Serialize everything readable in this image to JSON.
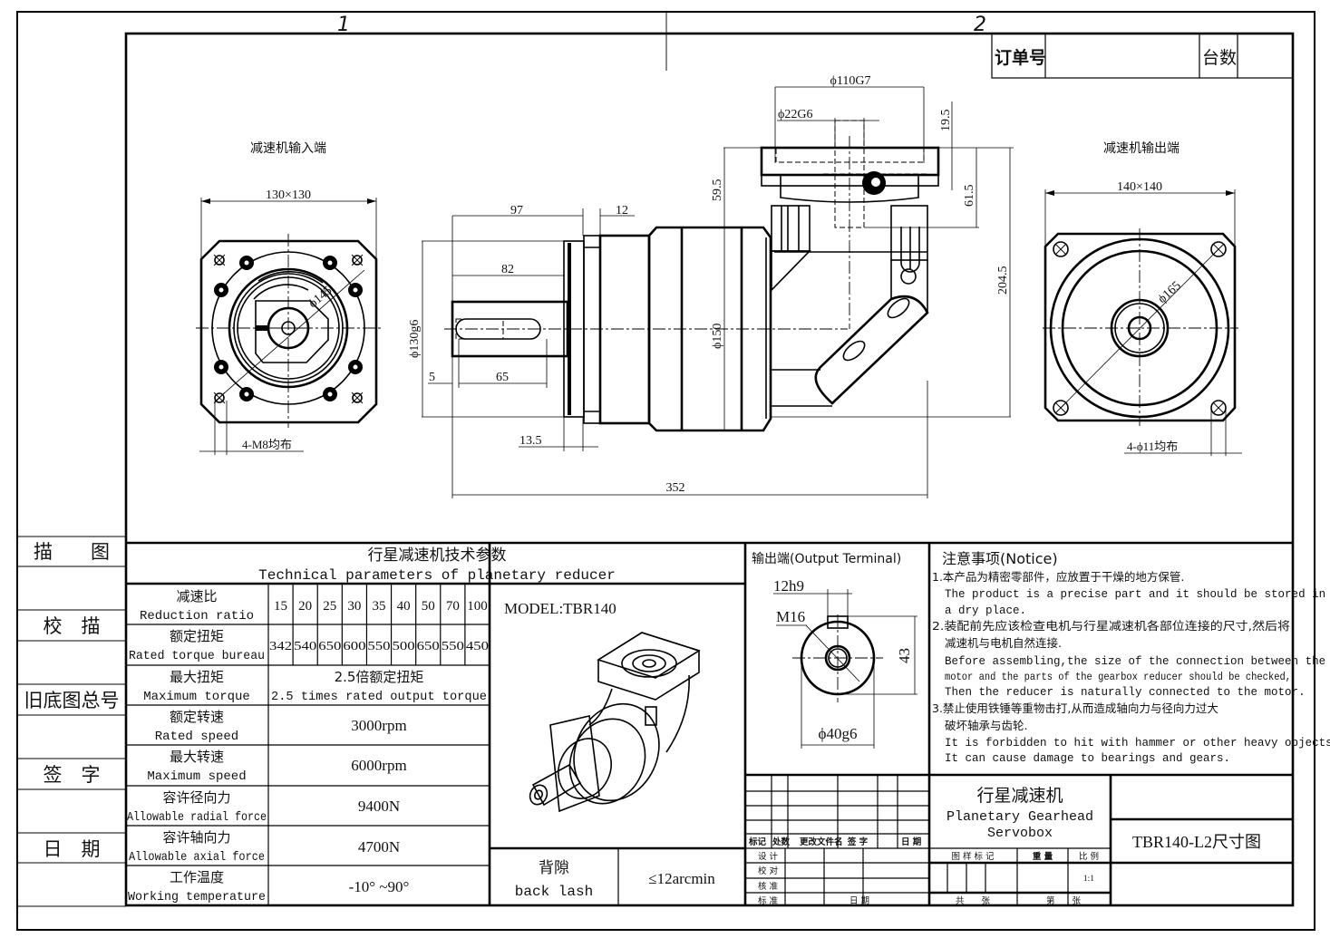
{
  "frame": {
    "zone_labels": [
      "1",
      "2"
    ],
    "order_box": {
      "order_no_label": "订单号",
      "order_no_value": "",
      "qty_label": "台数",
      "qty_value": ""
    }
  },
  "side_stamp": {
    "rows": [
      "描　　图",
      "",
      "校　描",
      "",
      "旧底图总号",
      "",
      "签　字",
      "",
      "日　期",
      ""
    ]
  },
  "views": {
    "input_end": {
      "title": "减速机输入端",
      "flange_size": "130×130",
      "pcd": "ϕ145",
      "holes": "4-M8均布"
    },
    "side": {
      "dims": {
        "d97": "97",
        "d12": "12",
        "d82": "82",
        "d130g6": "ϕ130g6",
        "d5": "5",
        "d65": "65",
        "d13_5": "13.5",
        "d352": "352",
        "d150": "ϕ150",
        "d110g7": "ϕ110G7",
        "d22g6": "ϕ22G6",
        "d19_5": "19.5",
        "d59_5": "59.5",
        "d61_5": "61.5",
        "d204_5": "204.5"
      }
    },
    "output_end": {
      "title": "减速机输出端",
      "flange_size": "140×140",
      "pcd": "ϕ165",
      "holes": "4-ϕ11均布"
    }
  },
  "tech_params": {
    "title_cn": "行星减速机技术参数",
    "title_en": "Technical parameters of planetary reducer",
    "rows": [
      {
        "label_cn": "减速比",
        "label_en": "Reduction ratio",
        "values": [
          "15",
          "20",
          "25",
          "30",
          "35",
          "40",
          "50",
          "70",
          "100"
        ]
      },
      {
        "label_cn": "额定扭矩",
        "label_en": "Rated torque bureau",
        "values": [
          "342",
          "540",
          "650",
          "600",
          "550",
          "500",
          "650",
          "550",
          "450"
        ]
      },
      {
        "label_cn": "最大扭矩",
        "label_en": "Maximum torque",
        "value_cn": "2.5倍额定扭矩",
        "value_en": "2.5 times rated output torque"
      },
      {
        "label_cn": "额定转速",
        "label_en": "Rated speed",
        "value": "3000rpm"
      },
      {
        "label_cn": "最大转速",
        "label_en": "Maximum speed",
        "value": "6000rpm"
      },
      {
        "label_cn": "容许径向力",
        "label_en": "Allowable radial force",
        "value": "9400N"
      },
      {
        "label_cn": "容许轴向力",
        "label_en": "Allowable axial force",
        "value": "4700N"
      },
      {
        "label_cn": "工作温度",
        "label_en": "Working temperature",
        "value": "-10° ~90°"
      }
    ]
  },
  "model": {
    "label": "MODEL:TBR140",
    "backlash_cn": "背隙",
    "backlash_en": "back lash",
    "backlash_value": "≤12arcmin"
  },
  "output_terminal": {
    "title": "输出端(Output Terminal)",
    "key_width": "12h9",
    "thread": "M16",
    "height": "43",
    "diameter": "ϕ40g6"
  },
  "notice": {
    "title": "注意事项(Notice)",
    "lines": [
      "1.本产品为精密零部件，应放置于干燥的地方保管.",
      "The product is a precise part and it should be stored in",
      "a dry place.",
      "2.装配前先应该检查电机与行星减速机各部位连接的尺寸,然后将",
      "减速机与电机自然连接.",
      "Before assembling,the size of the connection between the",
      "motor and the parts of the gearbox reducer should be checked,",
      "Then the reducer is naturally connected to the motor.",
      "3.禁止使用铁锤等重物击打,从而造成轴向力与径向力过大",
      "破坏轴承与齿轮.",
      "It is forbidden to hit with hammer or other heavy objects",
      "It can cause damage to bearings and gears."
    ]
  },
  "title_block": {
    "revision_headers": [
      "标记",
      "处数",
      "更改文件名",
      "签 字",
      "日 期"
    ],
    "roles": [
      "设 计",
      "校 对",
      "核 准",
      "标 准"
    ],
    "date_label": "日 期",
    "product_cn": "行星减速机",
    "product_en1": "Planetary Gearhead",
    "product_en2": "Servobox",
    "drawing_mark_label": "图 样 标 记",
    "weight_label": "重 量",
    "scale_label": "比 例",
    "scale_value": "1:1",
    "sheets_total": "共　　张",
    "sheet_no": "第　　张",
    "drawing_name": "TBR140-L2尺寸图"
  }
}
